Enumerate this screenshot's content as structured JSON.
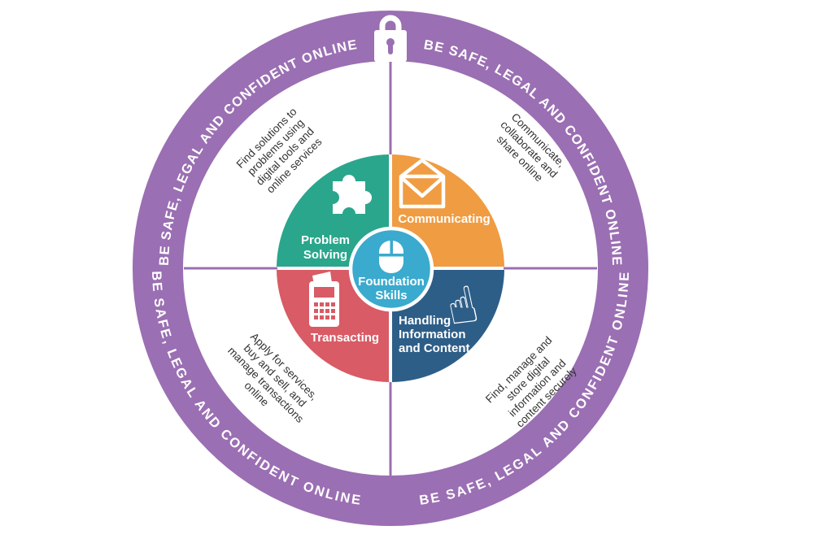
{
  "ring": {
    "phrase": "BE SAFE, LEGAL AND CONFIDENT ONLINE",
    "color": "#9B6FB3",
    "lock_icon": "padlock-icon"
  },
  "center": {
    "label_lines": [
      "Foundation",
      "Skills"
    ],
    "color": "#3AAACE",
    "icon": "mouse-icon"
  },
  "quadrants": [
    {
      "id": "problem-solving",
      "label_lines": [
        "Problem",
        "Solving"
      ],
      "description": "Find solutions to\nproblems using\ndigital tools and\nonline services",
      "color": "#2AA68C",
      "icon": "puzzle-icon"
    },
    {
      "id": "communicating",
      "label_lines": [
        "Communicating"
      ],
      "description": "Communicate,\ncollaborate and\nshare online",
      "color": "#F09C42",
      "icon": "envelope-icon"
    },
    {
      "id": "transacting",
      "label_lines": [
        "Transacting"
      ],
      "description": "Apply for services,\nbuy and sell, and\nmanage transactions\nonline",
      "color": "#D85B65",
      "icon": "card-terminal-icon"
    },
    {
      "id": "handling-information-and-content",
      "label_lines": [
        "Handling",
        "Information",
        "and Content"
      ],
      "description": "Find, manage and\nstore digital\ninformation and\ncontent securely",
      "color": "#2D5E88",
      "icon": "hand-pointer-icon",
      "icon_glyph": "☝"
    }
  ]
}
